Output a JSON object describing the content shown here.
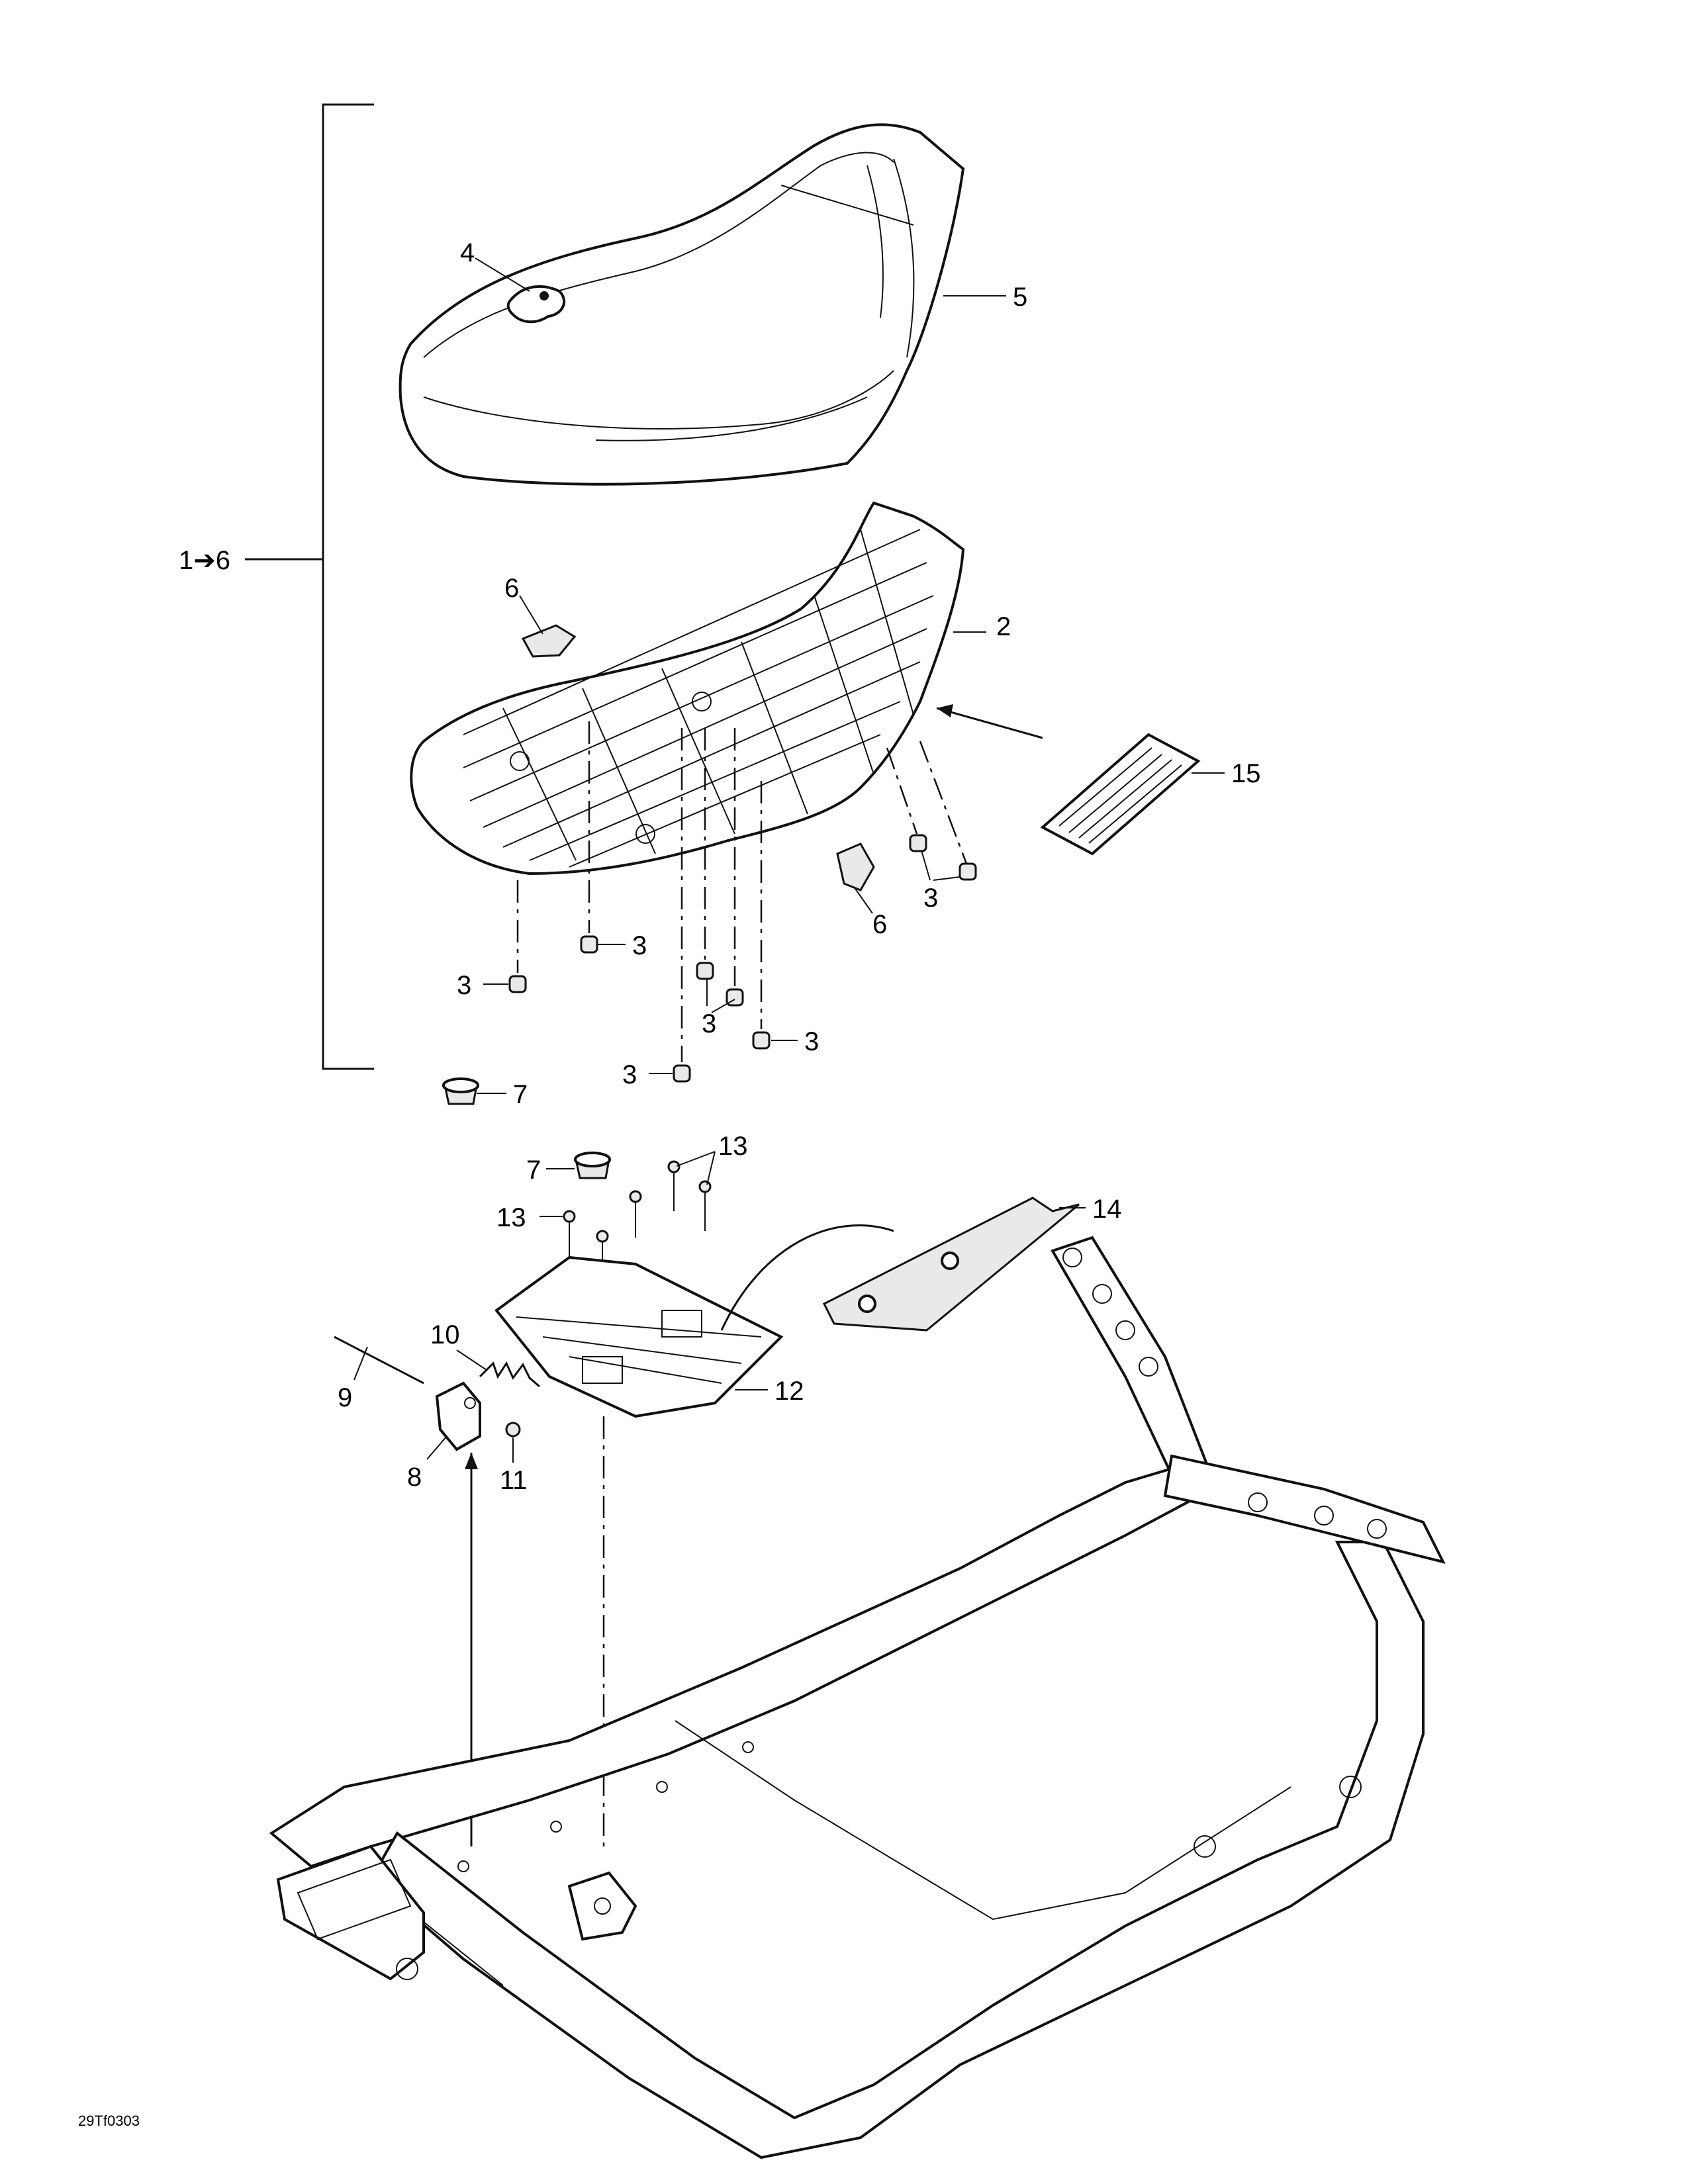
{
  "diagram_ref": "29Tf0303",
  "group_label": "1➔6",
  "callouts": {
    "c2": "2",
    "c3": "3",
    "c4": "4",
    "c5": "5",
    "c6": "6",
    "c7": "7",
    "c8": "8",
    "c9": "9",
    "c10": "10",
    "c11": "11",
    "c12": "12",
    "c13": "13",
    "c14": "14",
    "c15": "15"
  }
}
